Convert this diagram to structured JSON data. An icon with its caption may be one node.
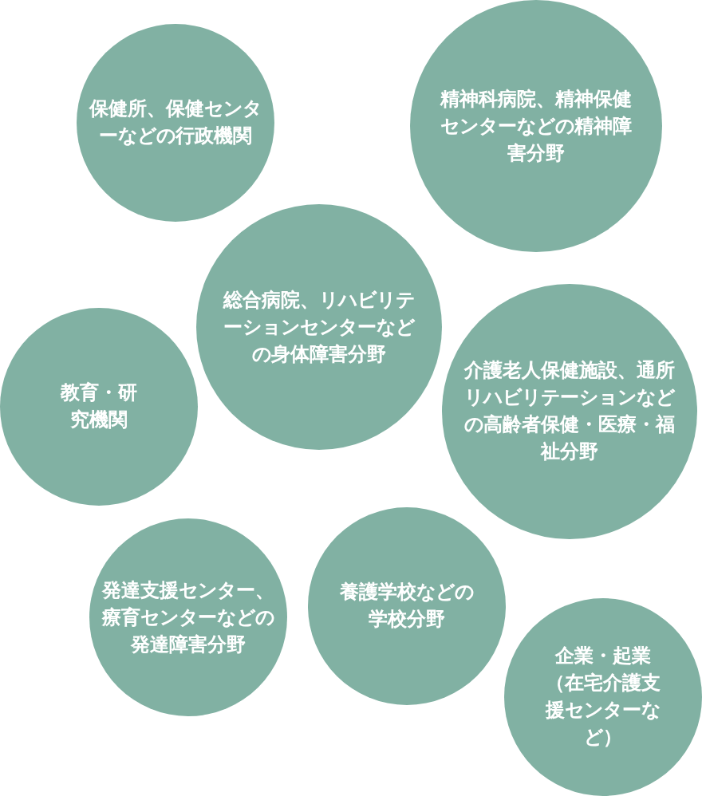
{
  "diagram": {
    "nodes": [
      {
        "text": [
          "保健所、保健センターなどの行政機関"
        ]
      },
      {
        "text": [
          "精神科病院、精神保健センターなどの精神障害分野"
        ]
      },
      {
        "text": [
          "総合病院、リハビリテーションセンターなどの身体障害分野"
        ]
      },
      {
        "text": [
          "教育・研究機関"
        ]
      },
      {
        "text": [
          "介護老人保健施設、通所リハビリテーションなどの高齢者保健・医療・福祉分野"
        ]
      },
      {
        "text": [
          "発達支援センター、療育センターなどの発達障害分野"
        ]
      },
      {
        "text": [
          "養護学校などの学校分野"
        ]
      },
      {
        "text": [
          "企業・起業（在宅介護支援センターなど）"
        ]
      }
    ]
  }
}
